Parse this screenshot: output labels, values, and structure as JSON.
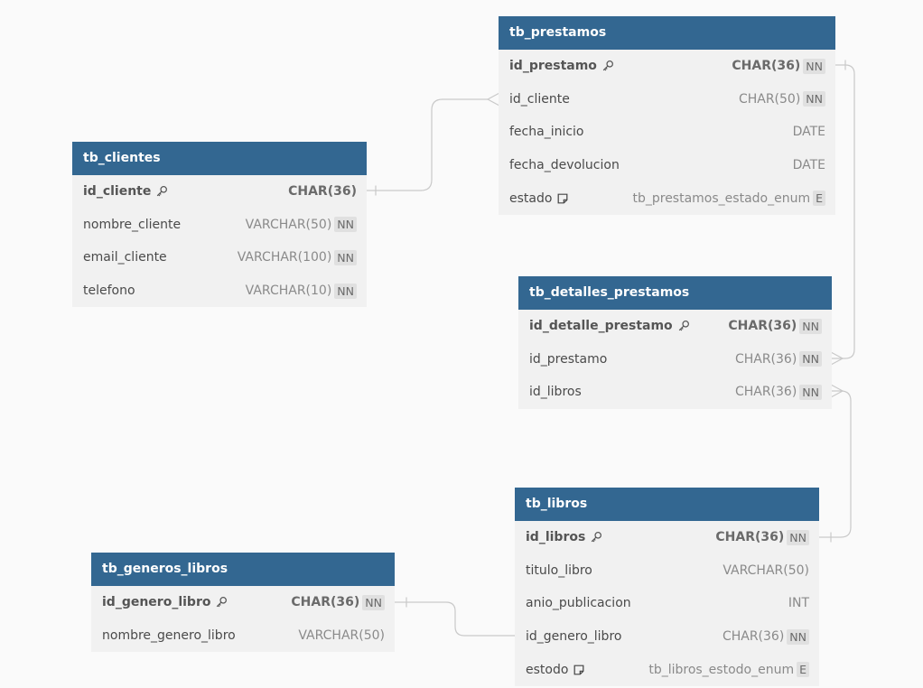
{
  "tables": [
    {
      "name": "tb_prestamos",
      "fields": [
        {
          "name": "id_prestamo",
          "type": "CHAR(36)",
          "pk": true,
          "nn": "NN",
          "enum_flag": "",
          "note": false
        },
        {
          "name": "id_cliente",
          "type": "CHAR(50)",
          "pk": false,
          "nn": "NN",
          "enum_flag": "",
          "note": false
        },
        {
          "name": "fecha_inicio",
          "type": "DATE",
          "pk": false,
          "nn": "",
          "enum_flag": "",
          "note": false
        },
        {
          "name": "fecha_devolucion",
          "type": "DATE",
          "pk": false,
          "nn": "",
          "enum_flag": "",
          "note": false
        },
        {
          "name": "estado",
          "type": "tb_prestamos_estado_enum",
          "pk": false,
          "nn": "",
          "enum_flag": "E",
          "note": true
        }
      ]
    },
    {
      "name": "tb_clientes",
      "fields": [
        {
          "name": "id_cliente",
          "type": "CHAR(36)",
          "pk": true,
          "nn": "",
          "enum_flag": "",
          "note": false
        },
        {
          "name": "nombre_cliente",
          "type": "VARCHAR(50)",
          "pk": false,
          "nn": "NN",
          "enum_flag": "",
          "note": false
        },
        {
          "name": "email_cliente",
          "type": "VARCHAR(100)",
          "pk": false,
          "nn": "NN",
          "enum_flag": "",
          "note": false
        },
        {
          "name": "telefono",
          "type": "VARCHAR(10)",
          "pk": false,
          "nn": "NN",
          "enum_flag": "",
          "note": false
        }
      ]
    },
    {
      "name": "tb_detalles_prestamos",
      "fields": [
        {
          "name": "id_detalle_prestamo",
          "type": "CHAR(36)",
          "pk": true,
          "nn": "NN",
          "enum_flag": "",
          "note": false
        },
        {
          "name": "id_prestamo",
          "type": "CHAR(36)",
          "pk": false,
          "nn": "NN",
          "enum_flag": "",
          "note": false
        },
        {
          "name": "id_libros",
          "type": "CHAR(36)",
          "pk": false,
          "nn": "NN",
          "enum_flag": "",
          "note": false
        }
      ]
    },
    {
      "name": "tb_libros",
      "fields": [
        {
          "name": "id_libros",
          "type": "CHAR(36)",
          "pk": true,
          "nn": "NN",
          "enum_flag": "",
          "note": false
        },
        {
          "name": "titulo_libro",
          "type": "VARCHAR(50)",
          "pk": false,
          "nn": "",
          "enum_flag": "",
          "note": false
        },
        {
          "name": "anio_publicacion",
          "type": "INT",
          "pk": false,
          "nn": "",
          "enum_flag": "",
          "note": false
        },
        {
          "name": "id_genero_libro",
          "type": "CHAR(36)",
          "pk": false,
          "nn": "NN",
          "enum_flag": "",
          "note": false
        },
        {
          "name": "estodo",
          "type": "tb_libros_estodo_enum",
          "pk": false,
          "nn": "",
          "enum_flag": "E",
          "note": true
        }
      ]
    },
    {
      "name": "tb_generos_libros",
      "fields": [
        {
          "name": "id_genero_libro",
          "type": "CHAR(36)",
          "pk": true,
          "nn": "NN",
          "enum_flag": "",
          "note": false
        },
        {
          "name": "nombre_genero_libro",
          "type": "VARCHAR(50)",
          "pk": false,
          "nn": "",
          "enum_flag": "",
          "note": false
        }
      ]
    }
  ],
  "relationships": [
    {
      "from": "tb_clientes.id_cliente",
      "to": "tb_prestamos.id_cliente",
      "type": "one-to-many"
    },
    {
      "from": "tb_prestamos.id_prestamo",
      "to": "tb_detalles_prestamos.id_prestamo",
      "type": "one-to-many"
    },
    {
      "from": "tb_libros.id_libros",
      "to": "tb_detalles_prestamos.id_libros",
      "type": "one-to-many"
    },
    {
      "from": "tb_generos_libros.id_genero_libro",
      "to": "tb_libros.id_genero_libro",
      "type": "one-to-many"
    }
  ],
  "colors": {
    "header_bg": "#336791",
    "header_text": "#ffffff",
    "body_bg": "#f1f1f1",
    "canvas_bg": "#fafafa",
    "connector": "#c9c9c9",
    "badge_bg": "#e0e0e0"
  },
  "icons": {
    "primary_key": "key-icon",
    "note": "note-icon"
  }
}
